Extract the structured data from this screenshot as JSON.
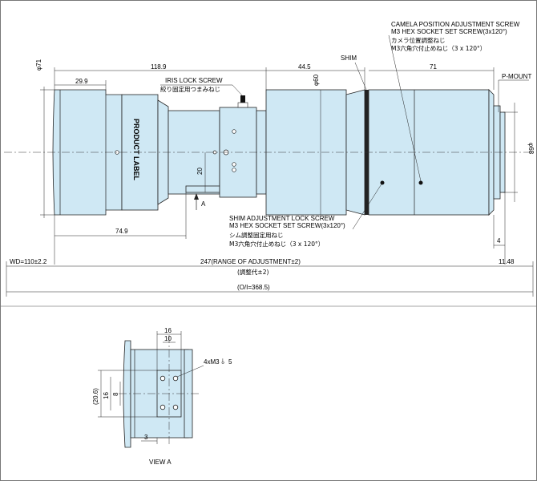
{
  "dims": {
    "d71": "φ71",
    "d60": "φ60",
    "d68": "φ68",
    "len_118_9": "118.9",
    "len_29_9": "29.9",
    "len_44_5": "44.5",
    "len_71": "71",
    "len_74_9": "74.9",
    "len_20": "20",
    "len_4": "4",
    "len_11_48": "11.48",
    "wd": "WD=110±2.2",
    "range": "247(RANGE OF ADJUSTMENT±2)",
    "range_jp": "(調整代±2)",
    "oi": "(O/I=368.5)"
  },
  "labels": {
    "shim": "SHIM",
    "pmount": "P-MOUNT",
    "product_label": "PRODUCT LABEL",
    "iris_en": "IRIS  LOCK SCREW",
    "iris_jp": "絞り固定用つまみねじ",
    "camela_en1": "CAMELA POSITION ADJUSTMENT SCREW",
    "camela_en2": "M3 HEX SOCKET SET SCREW(3x120°)",
    "camela_jp1": "カメラ位置調整ねじ",
    "camela_jp2": "M3六角穴付止めねじ（3 x 120°）",
    "shim_adj_en1": "SHIM ADJUSTMENT LOCK SCREW",
    "shim_adj_en2": "M3 HEX SOCKET SET SCREW(3x120°)",
    "shim_adj_jp1": "シム調整固定用ねじ",
    "shim_adj_jp2": "M3六角穴付止めねじ（3 x 120°）",
    "arrow_a": "A",
    "view_a": "VIEW A"
  },
  "view_a": {
    "w16": "16",
    "w10": "10",
    "h20_6": "(20.6)",
    "h16": "16",
    "h8": "8",
    "w3": "3",
    "holes": "4xM3",
    "depth": "5"
  }
}
